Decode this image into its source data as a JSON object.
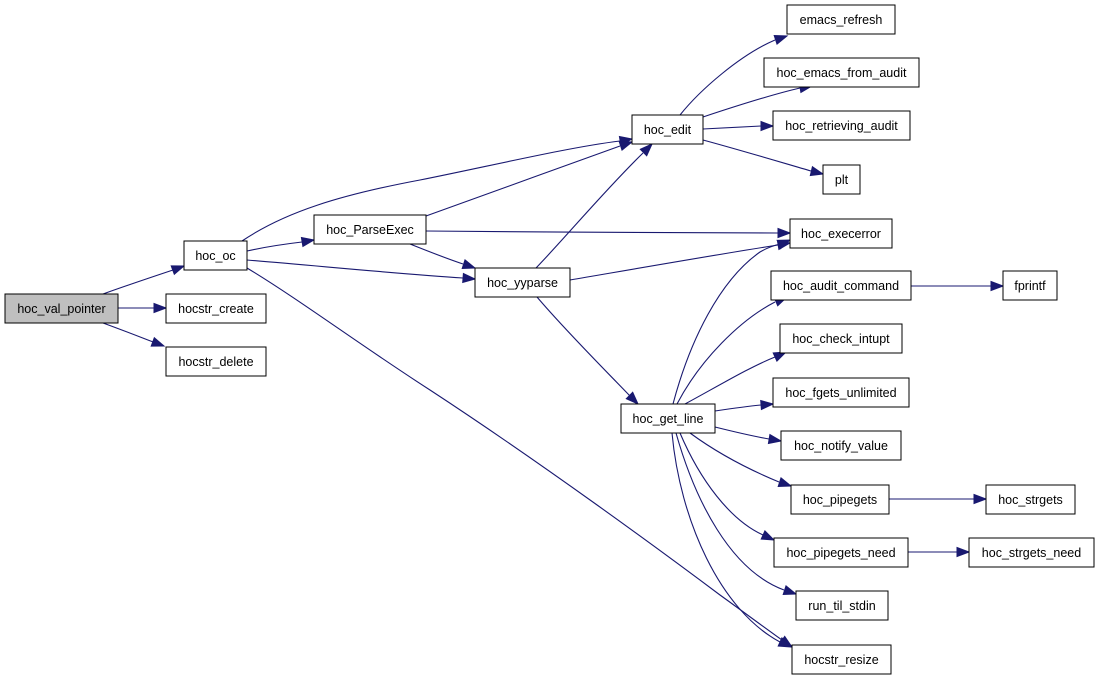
{
  "graph": {
    "root": "hoc_val_pointer",
    "nodes": [
      {
        "id": "hoc_val_pointer",
        "label": "hoc_val_pointer"
      },
      {
        "id": "hoc_oc",
        "label": "hoc_oc"
      },
      {
        "id": "hocstr_create",
        "label": "hocstr_create"
      },
      {
        "id": "hocstr_delete",
        "label": "hocstr_delete"
      },
      {
        "id": "hoc_ParseExec",
        "label": "hoc_ParseExec"
      },
      {
        "id": "hoc_yyparse",
        "label": "hoc_yyparse"
      },
      {
        "id": "hoc_edit",
        "label": "hoc_edit"
      },
      {
        "id": "hoc_execerror",
        "label": "hoc_execerror"
      },
      {
        "id": "hoc_get_line",
        "label": "hoc_get_line"
      },
      {
        "id": "hocstr_resize",
        "label": "hocstr_resize"
      },
      {
        "id": "emacs_refresh",
        "label": "emacs_refresh"
      },
      {
        "id": "hoc_emacs_from_audit",
        "label": "hoc_emacs_from_audit"
      },
      {
        "id": "hoc_retrieving_audit",
        "label": "hoc_retrieving_audit"
      },
      {
        "id": "plt",
        "label": "plt"
      },
      {
        "id": "hoc_audit_command",
        "label": "hoc_audit_command"
      },
      {
        "id": "fprintf",
        "label": "fprintf"
      },
      {
        "id": "hoc_check_intupt",
        "label": "hoc_check_intupt"
      },
      {
        "id": "hoc_fgets_unlimited",
        "label": "hoc_fgets_unlimited"
      },
      {
        "id": "hoc_notify_value",
        "label": "hoc_notify_value"
      },
      {
        "id": "hoc_pipegets",
        "label": "hoc_pipegets"
      },
      {
        "id": "hoc_strgets",
        "label": "hoc_strgets"
      },
      {
        "id": "hoc_pipegets_need",
        "label": "hoc_pipegets_need"
      },
      {
        "id": "hoc_strgets_need",
        "label": "hoc_strgets_need"
      },
      {
        "id": "run_til_stdin",
        "label": "run_til_stdin"
      }
    ],
    "edges": [
      {
        "from": "hoc_val_pointer",
        "to": "hoc_oc"
      },
      {
        "from": "hoc_val_pointer",
        "to": "hocstr_create"
      },
      {
        "from": "hoc_val_pointer",
        "to": "hocstr_delete"
      },
      {
        "from": "hoc_oc",
        "to": "hoc_edit"
      },
      {
        "from": "hoc_oc",
        "to": "hoc_ParseExec"
      },
      {
        "from": "hoc_oc",
        "to": "hoc_yyparse"
      },
      {
        "from": "hoc_oc",
        "to": "hocstr_resize"
      },
      {
        "from": "hoc_ParseExec",
        "to": "hoc_edit"
      },
      {
        "from": "hoc_ParseExec",
        "to": "hoc_execerror"
      },
      {
        "from": "hoc_ParseExec",
        "to": "hoc_yyparse"
      },
      {
        "from": "hoc_yyparse",
        "to": "hoc_edit"
      },
      {
        "from": "hoc_yyparse",
        "to": "hoc_execerror"
      },
      {
        "from": "hoc_yyparse",
        "to": "hoc_get_line"
      },
      {
        "from": "hoc_edit",
        "to": "emacs_refresh"
      },
      {
        "from": "hoc_edit",
        "to": "hoc_emacs_from_audit"
      },
      {
        "from": "hoc_edit",
        "to": "hoc_retrieving_audit"
      },
      {
        "from": "hoc_edit",
        "to": "plt"
      },
      {
        "from": "hoc_get_line",
        "to": "hoc_execerror"
      },
      {
        "from": "hoc_get_line",
        "to": "hoc_audit_command"
      },
      {
        "from": "hoc_get_line",
        "to": "hoc_check_intupt"
      },
      {
        "from": "hoc_get_line",
        "to": "hoc_fgets_unlimited"
      },
      {
        "from": "hoc_get_line",
        "to": "hoc_notify_value"
      },
      {
        "from": "hoc_get_line",
        "to": "hoc_pipegets"
      },
      {
        "from": "hoc_get_line",
        "to": "hoc_pipegets_need"
      },
      {
        "from": "hoc_get_line",
        "to": "run_til_stdin"
      },
      {
        "from": "hoc_get_line",
        "to": "hocstr_resize"
      },
      {
        "from": "hoc_audit_command",
        "to": "fprintf"
      },
      {
        "from": "hoc_pipegets",
        "to": "hoc_strgets"
      },
      {
        "from": "hoc_pipegets_need",
        "to": "hoc_strgets_need"
      }
    ]
  }
}
